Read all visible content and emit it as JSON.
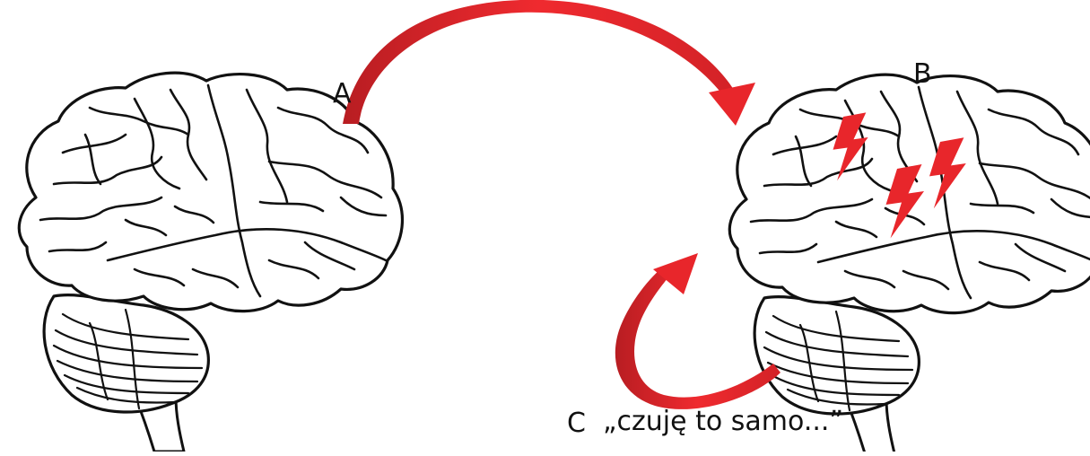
{
  "labels": {
    "a": "A",
    "b": "B",
    "c": "C",
    "c_caption": "„czuję to samo...”"
  },
  "colors": {
    "arrow": "#e8262b",
    "lightning": "#e8262b",
    "ink": "#111111",
    "background": "#ffffff"
  },
  "icons": [
    "brain-left-icon",
    "brain-right-icon",
    "arrow-a-to-b-icon",
    "arrow-c-loop-icon",
    "lightning-icon"
  ]
}
